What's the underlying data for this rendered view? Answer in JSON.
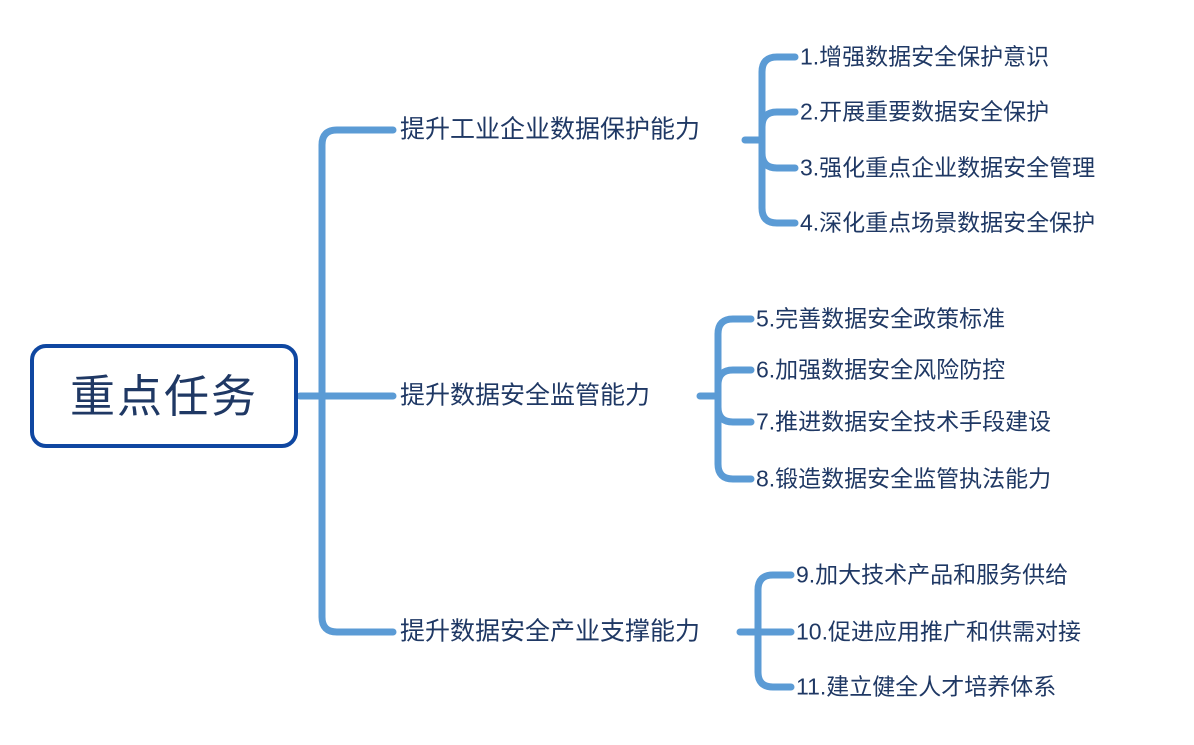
{
  "diagram": {
    "type": "mindmap",
    "title": "重点任务",
    "orientation": "left-to-right",
    "colors": {
      "root_border": "#0F47A1",
      "root_text": "#1F3864",
      "branch_text": "#1F3864",
      "leaf_text": "#1F3864",
      "connector_trunk": "#5B9BD5",
      "connector_branch": "#5B9BD5",
      "background": "#FFFFFF"
    }
  },
  "root": {
    "label": "重点任务"
  },
  "branches": [
    {
      "id": "branch-1",
      "label": "提升工业企业数据保护能力",
      "leaves": [
        {
          "index": "1.",
          "label": "1.增强数据安全保护意识"
        },
        {
          "index": "2.",
          "label": "2.开展重要数据安全保护"
        },
        {
          "index": "3.",
          "label": "3.强化重点企业数据安全管理"
        },
        {
          "index": "4.",
          "label": "4.深化重点场景数据安全保护"
        }
      ]
    },
    {
      "id": "branch-2",
      "label": "提升数据安全监管能力",
      "leaves": [
        {
          "index": "5.",
          "label": "5.完善数据安全政策标准"
        },
        {
          "index": "6.",
          "label": "6.加强数据安全风险防控"
        },
        {
          "index": "7.",
          "label": "7.推进数据安全技术手段建设"
        },
        {
          "index": "8.",
          "label": "8.锻造数据安全监管执法能力"
        }
      ]
    },
    {
      "id": "branch-3",
      "label": "提升数据安全产业支撑能力",
      "leaves": [
        {
          "index": "9.",
          "label": "9.加大技术产品和服务供给"
        },
        {
          "index": "10.",
          "label": "10.促进应用推广和供需对接"
        },
        {
          "index": "11.",
          "label": "11.建立健全人才培养体系"
        }
      ]
    }
  ]
}
